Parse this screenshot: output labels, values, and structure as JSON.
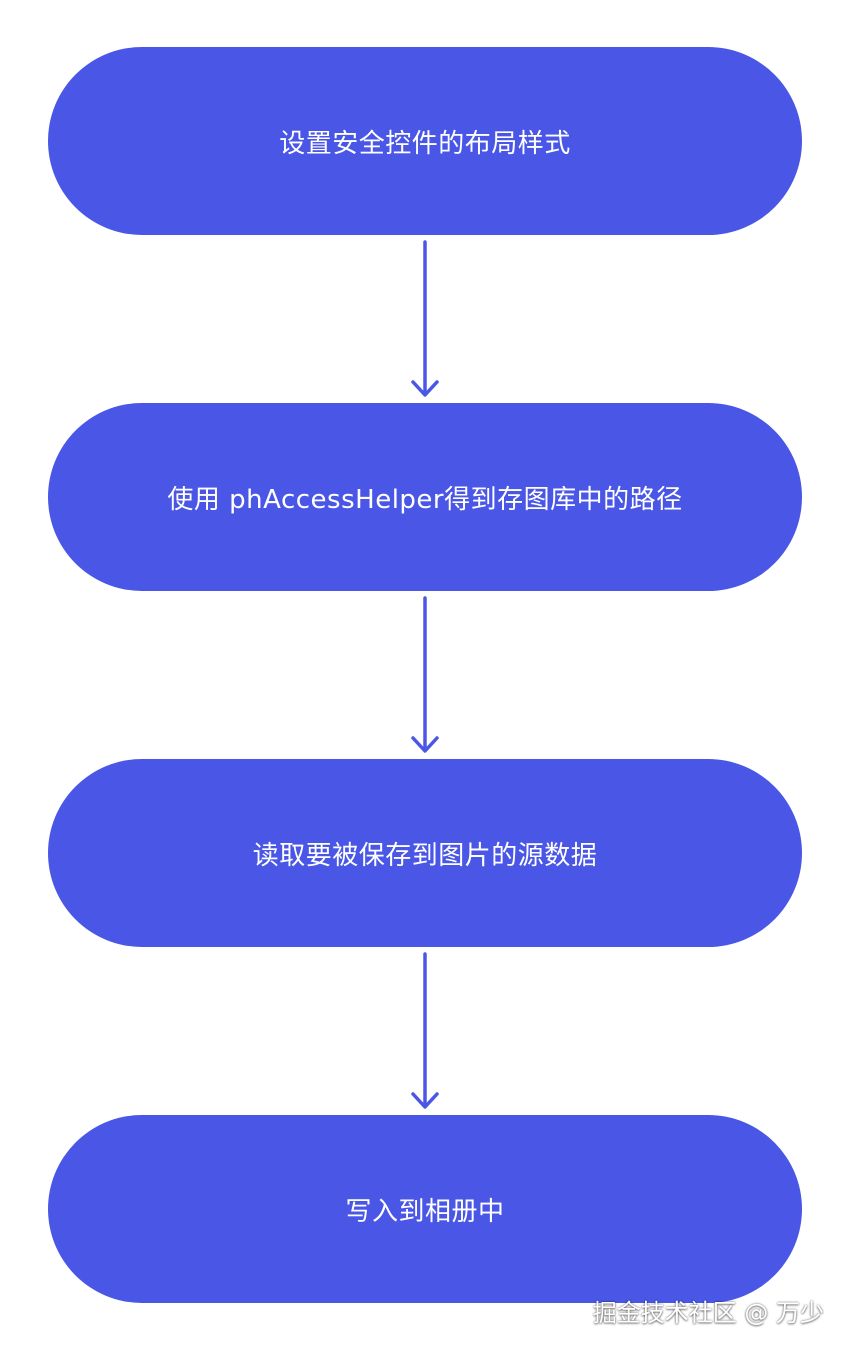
{
  "diagram": {
    "steps": [
      {
        "label": "设置安全控件的布局样式"
      },
      {
        "label": "使用 phAccessHelper得到存图库中的路径"
      },
      {
        "label": "读取要被保存到图片的源数据"
      },
      {
        "label": "写入到相册中"
      }
    ],
    "colors": {
      "node_fill": "#4a57e6",
      "arrow": "#4a57e6",
      "text": "#ffffff"
    }
  },
  "watermark": {
    "text": "掘金技术社区 @ 万少"
  }
}
